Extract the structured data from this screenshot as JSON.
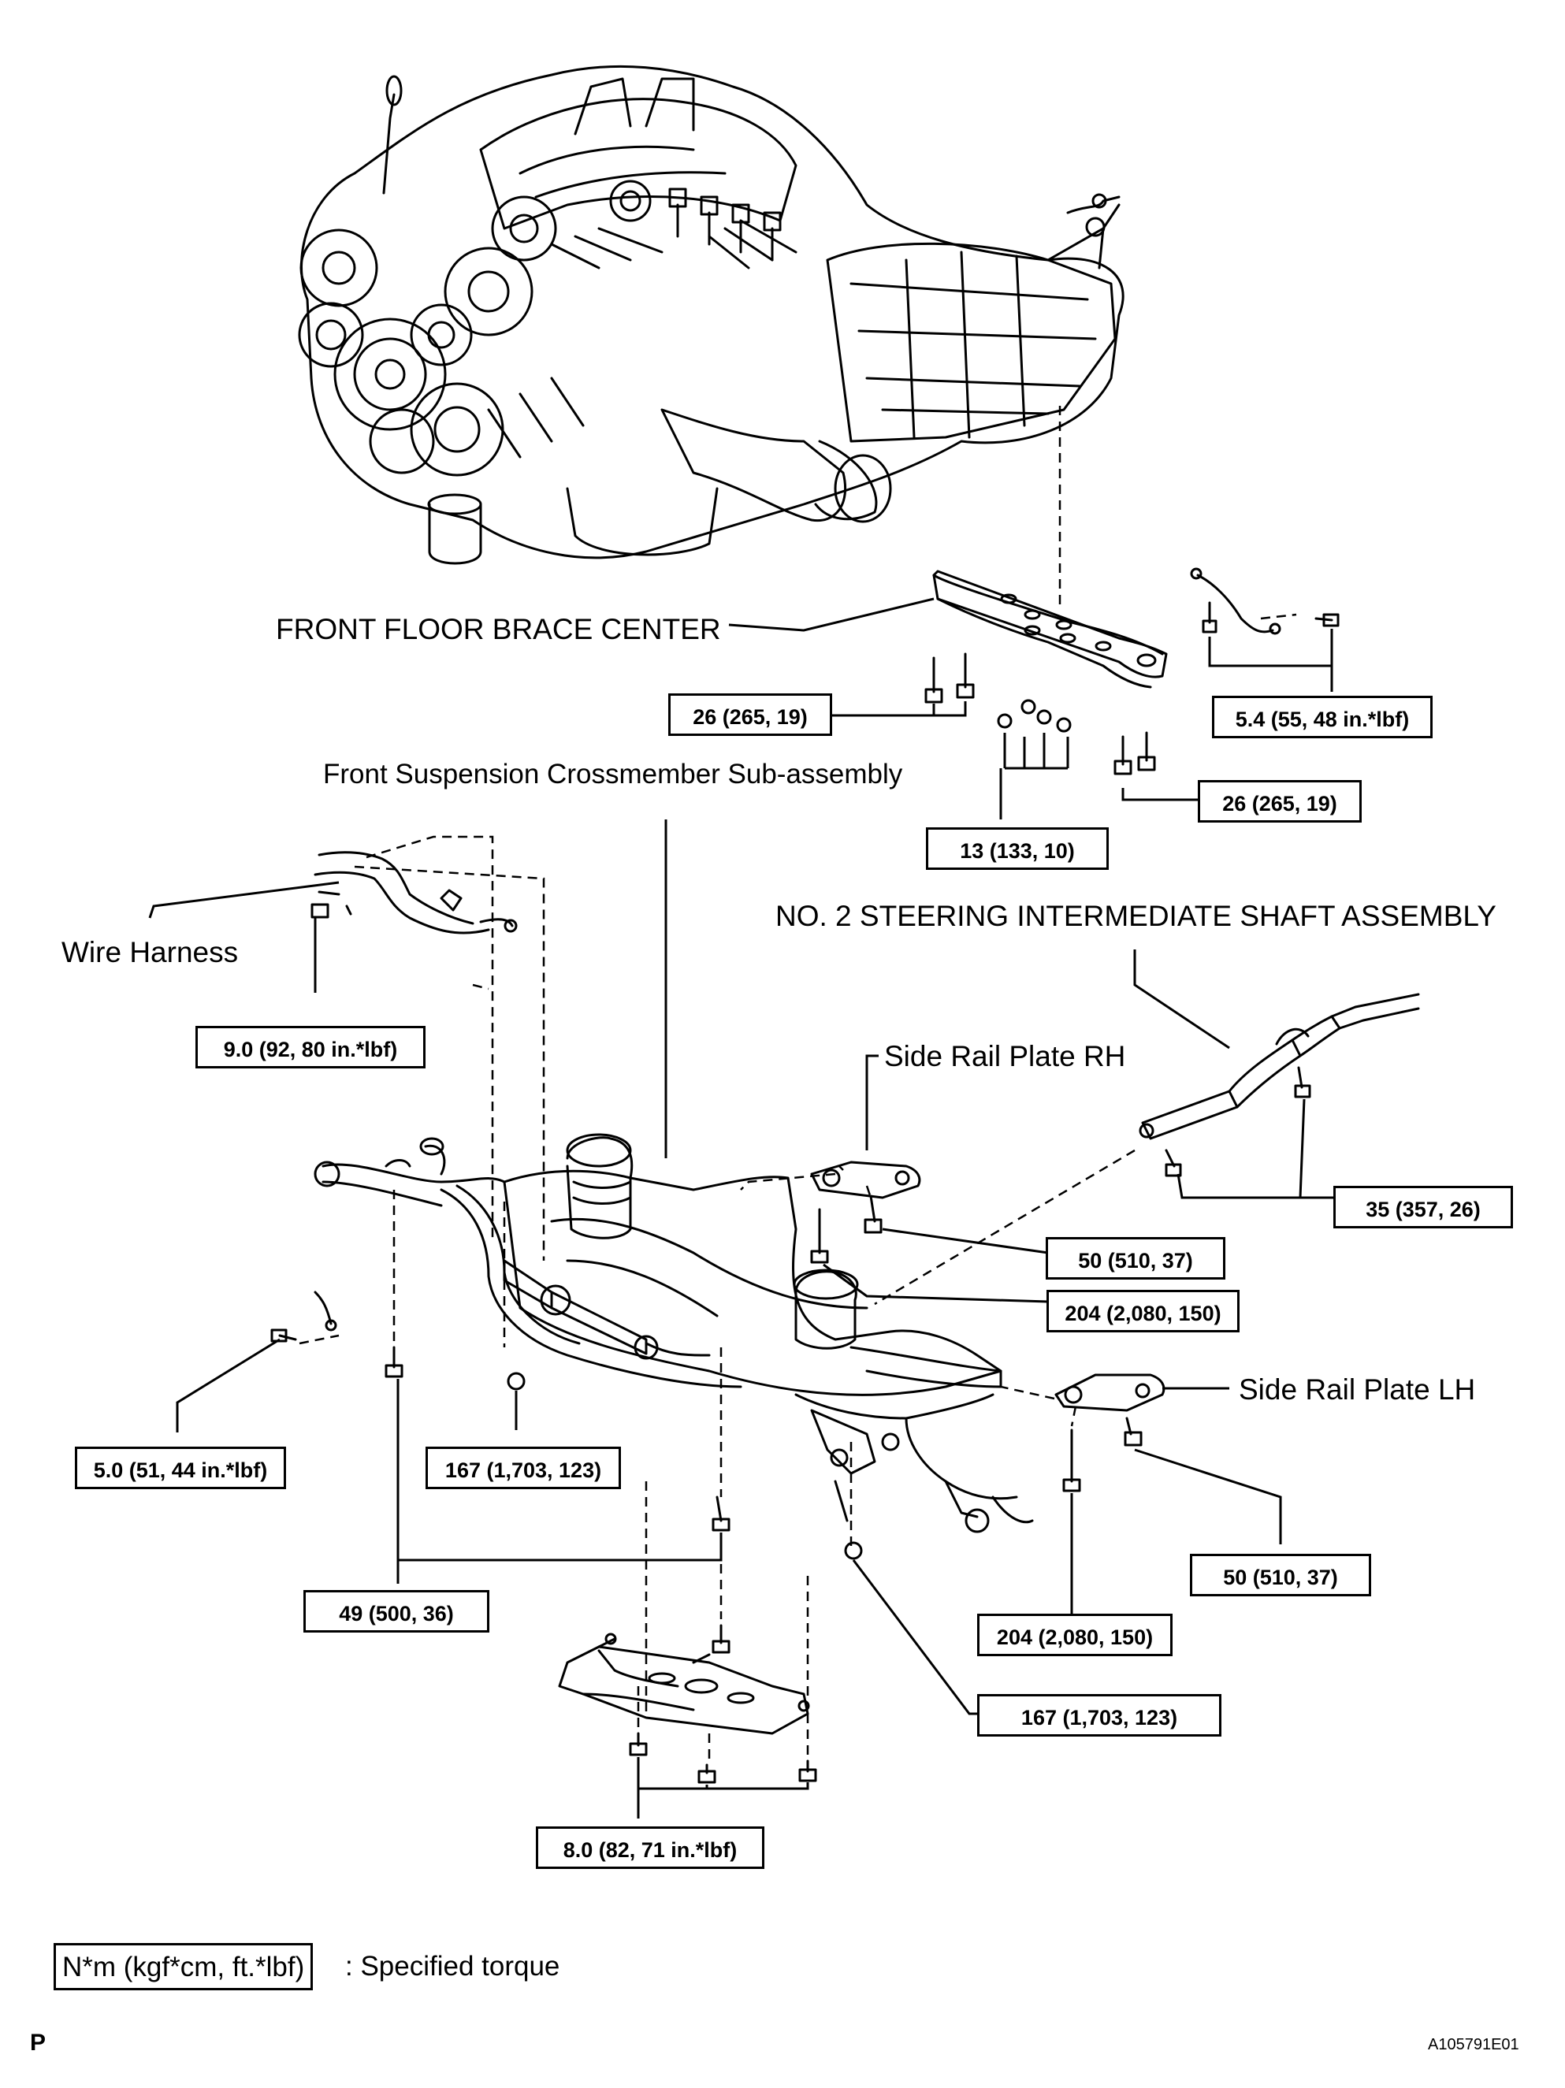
{
  "labels": {
    "front_floor_brace_center": "FRONT FLOOR BRACE CENTER",
    "front_suspension_crossmember": "Front Suspension Crossmember Sub-assembly",
    "no2_steering_shaft": "NO. 2 STEERING INTERMEDIATE SHAFT ASSEMBLY",
    "wire_harness": "Wire Harness",
    "side_rail_plate_rh": "Side Rail Plate RH",
    "side_rail_plate_lh": "Side Rail Plate LH"
  },
  "torques": {
    "t_26_a": "26 (265, 19)",
    "t_5_4": "5.4 (55, 48 in.*lbf)",
    "t_26_b": "26 (265, 19)",
    "t_13": "13 (133, 10)",
    "t_9_0": "9.0 (92, 80 in.*lbf)",
    "t_35": "35 (357, 26)",
    "t_50_a": "50 (510, 37)",
    "t_204_a": "204 (2,080, 150)",
    "t_5_0": "5.0 (51, 44 in.*lbf)",
    "t_167_a": "167 (1,703, 123)",
    "t_49": "49 (500, 36)",
    "t_50_b": "50 (510, 37)",
    "t_204_b": "204 (2,080, 150)",
    "t_167_b": "167 (1,703, 123)",
    "t_8_0": "8.0 (82, 71 in.*lbf)"
  },
  "legend": {
    "unit": "N*m (kgf*cm, ft.*lbf)",
    "description": ": Specified torque"
  },
  "footer": {
    "page_letter": "P",
    "figure_id": "A105791E01"
  }
}
